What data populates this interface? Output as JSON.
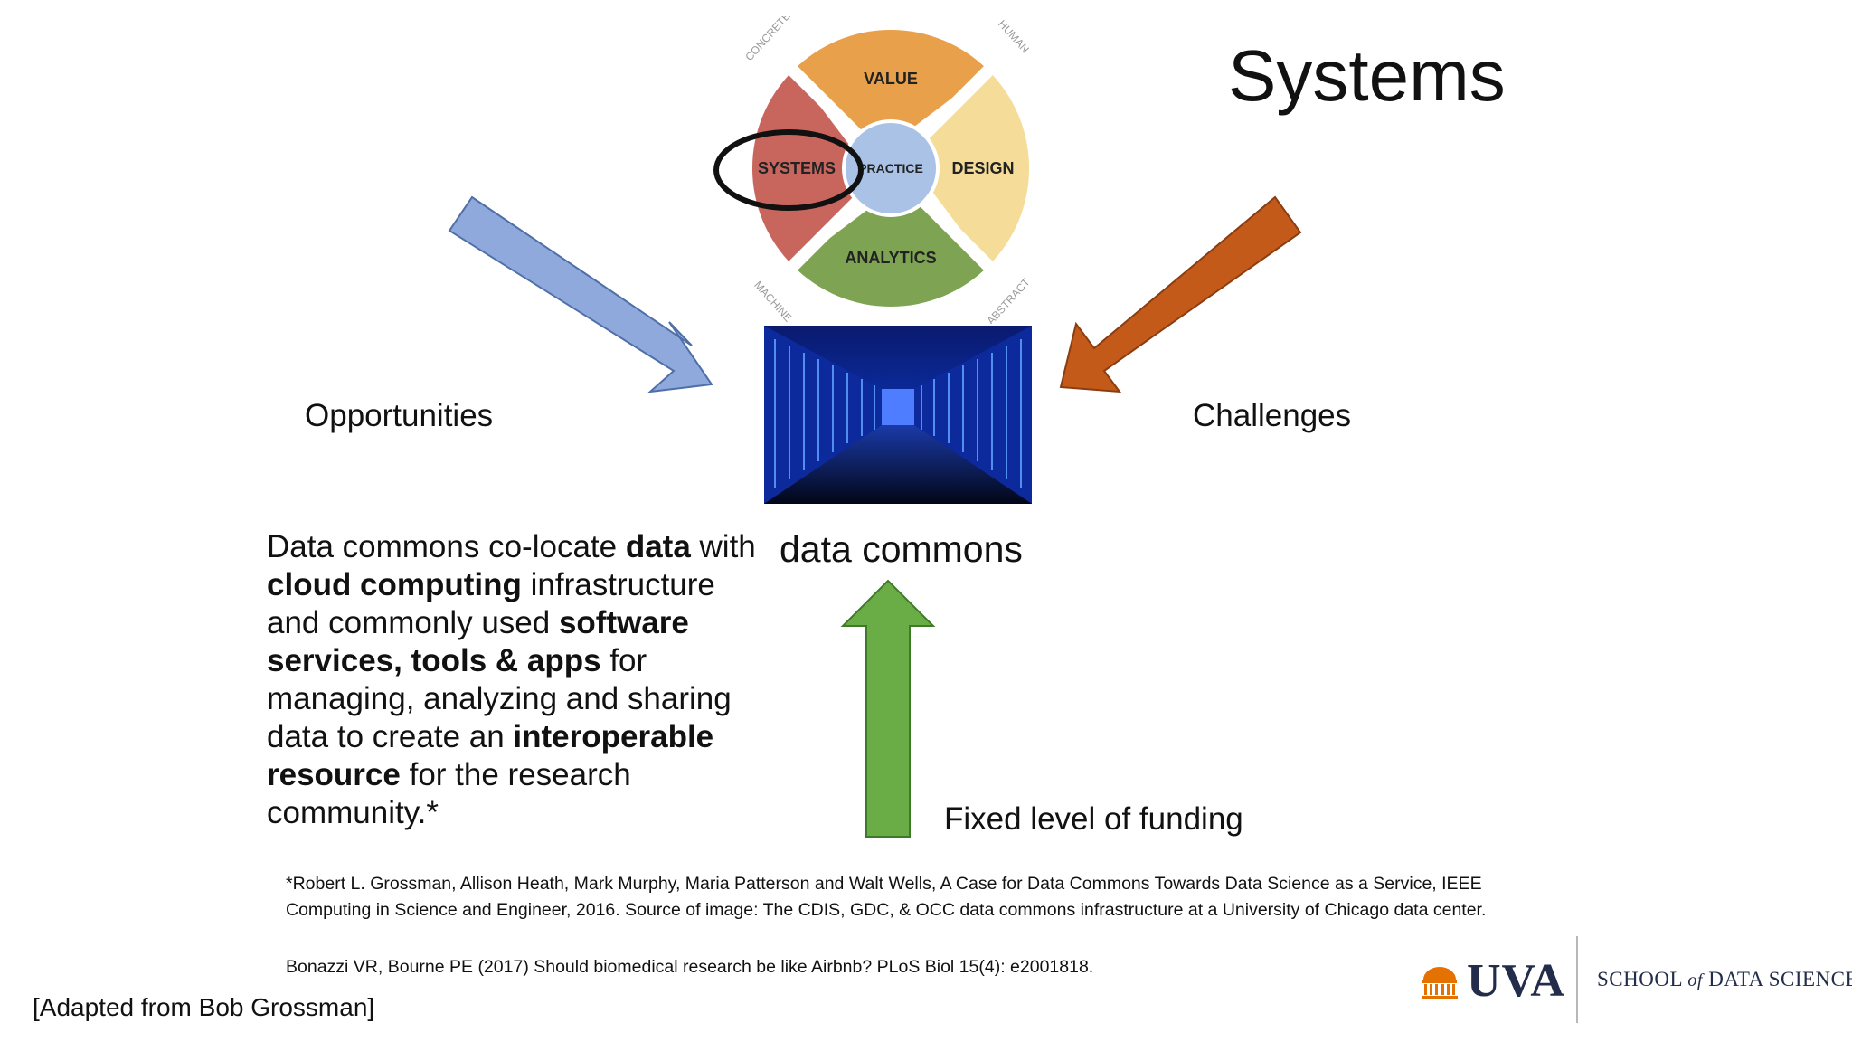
{
  "slide": {
    "title": "Systems",
    "opportunities_label": "Opportunities",
    "challenges_label": "Challenges",
    "data_commons_label": "data commons",
    "funding_label": "Fixed level of funding",
    "description": {
      "p1": "Data commons co-locate ",
      "b1": "data",
      "p2": " with ",
      "b2": "cloud computing",
      "p3": " infrastructure and commonly used ",
      "b3": "software services, tools & apps",
      "p4": " for managing, analyzing and sharing data to create an ",
      "b4": "interoperable resource",
      "p5": " for the research community.*"
    },
    "reference_1": "*Robert L. Grossman, Allison Heath, Mark Murphy, Maria Patterson and Walt Wells, A Case for Data Commons Towards Data Science as a Service, IEEE Computing in Science and Engineer, 2016.   Source of image: The CDIS, GDC, & OCC data commons infrastructure at a University of Chicago data center.",
    "reference_2": "Bonazzi VR, Bourne PE (2017) Should biomedical research be like Airbnb? PLoS Biol 15(4): e2001818.",
    "adapted": "[Adapted from Bob Grossman]"
  },
  "wheel": {
    "center": "PRACTICE",
    "quadrants": {
      "top": "VALUE",
      "left": "SYSTEMS",
      "right": "DESIGN",
      "bottom": "ANALYTICS"
    },
    "corners": {
      "top_left": "CONCRETE",
      "top_right": "HUMAN",
      "bottom_left": "MACHINE",
      "bottom_right": "ABSTRACT"
    },
    "colors": {
      "value": "#e9a04a",
      "systems": "#c8665e",
      "design": "#f5dd99",
      "analytics": "#7ea453",
      "practice": "#a9c2e6",
      "highlight_ring": "#111111"
    }
  },
  "arrows": {
    "opportunities_color": "#8fa9dc",
    "challenges_color": "#c45a1a",
    "funding_color": "#6aac45"
  },
  "logo": {
    "uva": "UVA",
    "school_pre": "SCHOOL ",
    "school_of": "of",
    "school_post": " DATA SCIENCE",
    "accent": "#e57200",
    "navy": "#232d4b"
  }
}
